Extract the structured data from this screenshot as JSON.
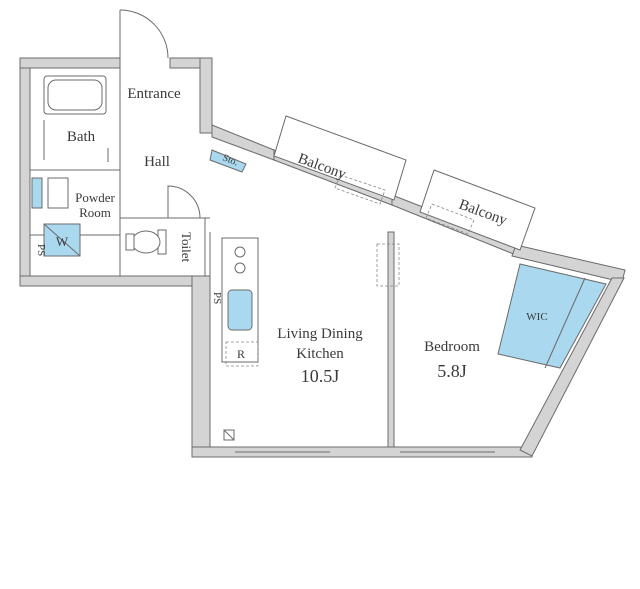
{
  "rooms": {
    "entrance": "Entrance",
    "hall": "Hall",
    "bath": "Bath",
    "powder_room_line1": "Powder",
    "powder_room_line2": "Room",
    "washer": "W",
    "toilet": "Toilet",
    "storage": "Sto.",
    "balcony_left": "Balcony",
    "balcony_right": "Balcony",
    "ldk_line1": "Living Dining",
    "ldk_line2": "Kitchen",
    "ldk_size": "10.5J",
    "bedroom": "Bedroom",
    "bedroom_size": "5.8J",
    "wic": "WIC",
    "refrigerator": "R",
    "ps_left": "PS",
    "ps_kitchen": "PS"
  },
  "colors": {
    "wall": "#d4d4d4",
    "line": "#6b6b6b",
    "storage_fill": "#a9d8ef"
  }
}
